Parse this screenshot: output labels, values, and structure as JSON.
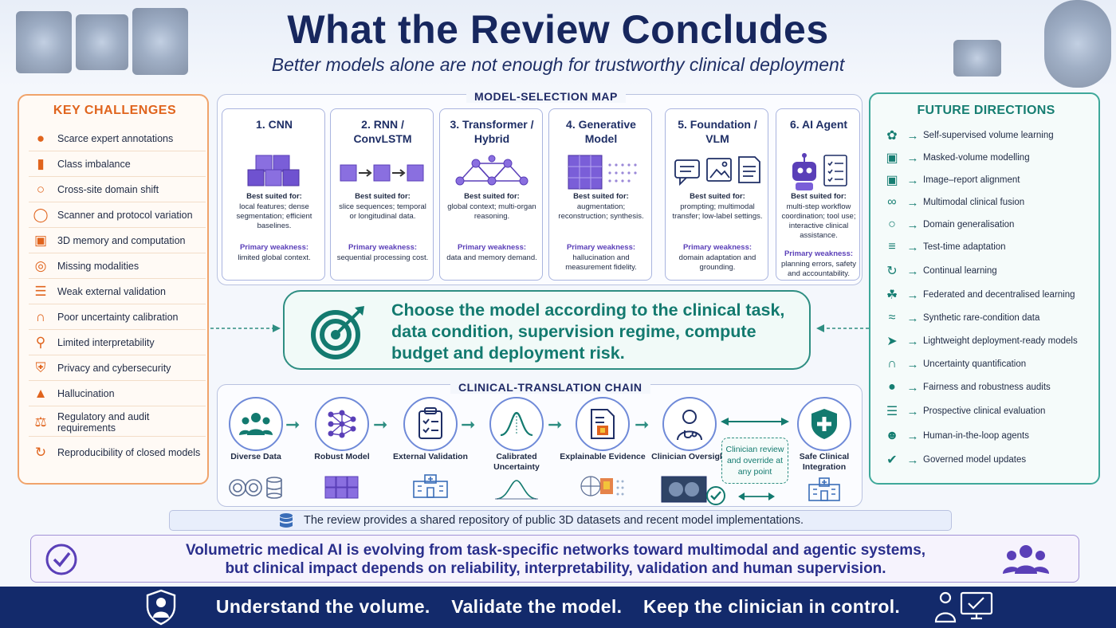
{
  "header": {
    "title": "What the Review Concludes",
    "subtitle": "Better models alone are not enough for trustworthy clinical deployment"
  },
  "challenges": {
    "title": "KEY CHALLENGES",
    "items": [
      {
        "label": "Scarce expert annotations",
        "icon": "person-icon"
      },
      {
        "label": "Class imbalance",
        "icon": "bar-chart-icon"
      },
      {
        "label": "Cross-site domain shift",
        "icon": "globe-icon"
      },
      {
        "label": "Scanner and protocol variation",
        "icon": "scanner-icon"
      },
      {
        "label": "3D memory and computation",
        "icon": "cubes-icon"
      },
      {
        "label": "Missing modalities",
        "icon": "dotted-circle-icon"
      },
      {
        "label": "Weak external validation",
        "icon": "checklist-icon"
      },
      {
        "label": "Poor uncertainty calibration",
        "icon": "bell-curve-icon"
      },
      {
        "label": "Limited interpretability",
        "icon": "magnifier-icon"
      },
      {
        "label": "Privacy and cybersecurity",
        "icon": "shield-icon"
      },
      {
        "label": "Hallucination",
        "icon": "warning-icon"
      },
      {
        "label": "Regulatory and audit requirements",
        "icon": "scales-icon"
      },
      {
        "label": "Reproducibility of closed models",
        "icon": "refresh-icon"
      }
    ]
  },
  "model_map": {
    "title": "MODEL-SELECTION MAP",
    "best_label": "Best suited for:",
    "weak_label": "Primary weakness:",
    "cards": [
      {
        "title": "1. CNN",
        "best": "local features; dense segmentation; efficient baselines.",
        "weak": "limited global context."
      },
      {
        "title": "2. RNN / ConvLSTM",
        "best": "slice sequences; temporal or longitudinal data.",
        "weak": "sequential processing cost."
      },
      {
        "title": "3. Transformer / Hybrid",
        "best": "global context; multi-organ reasoning.",
        "weak": "data and memory demand."
      },
      {
        "title": "4. Generative Model",
        "best": "augmentation; reconstruction; synthesis.",
        "weak": "hallucination and measurement fidelity."
      },
      {
        "title": "5. Foundation / VLM",
        "best": "prompting; multimodal transfer; low-label settings.",
        "weak": "domain adaptation and grounding."
      },
      {
        "title": "6. AI Agent",
        "best": "multi-step workflow coordination; tool use; interactive clinical assistance.",
        "weak": "planning errors, safety and accountability."
      }
    ]
  },
  "statement": {
    "text": "Choose the model according to the clinical task, data condition, supervision regime, compute budget and deployment risk."
  },
  "chain": {
    "title": "CLINICAL-TRANSLATION CHAIN",
    "steps": [
      {
        "label": "Diverse Data"
      },
      {
        "label": "Robust Model"
      },
      {
        "label": "External Validation"
      },
      {
        "label": "Calibrated Uncertainty"
      },
      {
        "label": "Explainable Evidence"
      },
      {
        "label": "Clinician Oversight"
      },
      {
        "label": "Safe Clinical Integration"
      }
    ],
    "override": "Clinician review and override at any point"
  },
  "future": {
    "title": "FUTURE DIRECTIONS",
    "items": [
      {
        "label": "Self-supervised volume learning",
        "icon": "brain-icon"
      },
      {
        "label": "Masked-volume modelling",
        "icon": "cube-icon"
      },
      {
        "label": "Image–report alignment",
        "icon": "image-icon"
      },
      {
        "label": "Multimodal clinical fusion",
        "icon": "fusion-icon"
      },
      {
        "label": "Domain generalisation",
        "icon": "globe-icon"
      },
      {
        "label": "Test-time adaptation",
        "icon": "sliders-icon"
      },
      {
        "label": "Continual learning",
        "icon": "cycle-icon"
      },
      {
        "label": "Federated and decentralised learning",
        "icon": "network-icon"
      },
      {
        "label": "Synthetic rare-condition data",
        "icon": "dna-icon"
      },
      {
        "label": "Lightweight deployment-ready models",
        "icon": "rocket-icon"
      },
      {
        "label": "Uncertainty quantification",
        "icon": "bell-curve-icon"
      },
      {
        "label": "Fairness and robustness audits",
        "icon": "people-icon"
      },
      {
        "label": "Prospective clinical evaluation",
        "icon": "checklist-icon"
      },
      {
        "label": "Human-in-the-loop agents",
        "icon": "person-check-icon"
      },
      {
        "label": "Governed model updates",
        "icon": "shield-check-icon"
      }
    ]
  },
  "repository": {
    "text": "The review provides a shared repository of public 3D datasets and recent model implementations."
  },
  "conclusion": {
    "line1": "Volumetric medical AI is evolving from task-specific networks toward multimodal and agentic systems,",
    "line2": "but clinical impact depends on reliability, interpretability, validation and human supervision."
  },
  "footer": {
    "part1": "Understand the volume.",
    "part2": "Validate the model.",
    "part3": "Keep the clinician in control."
  },
  "colors": {
    "navy": "#132a6b",
    "orange": "#e0641d",
    "teal": "#167e72",
    "purple": "#5a3fb8"
  }
}
